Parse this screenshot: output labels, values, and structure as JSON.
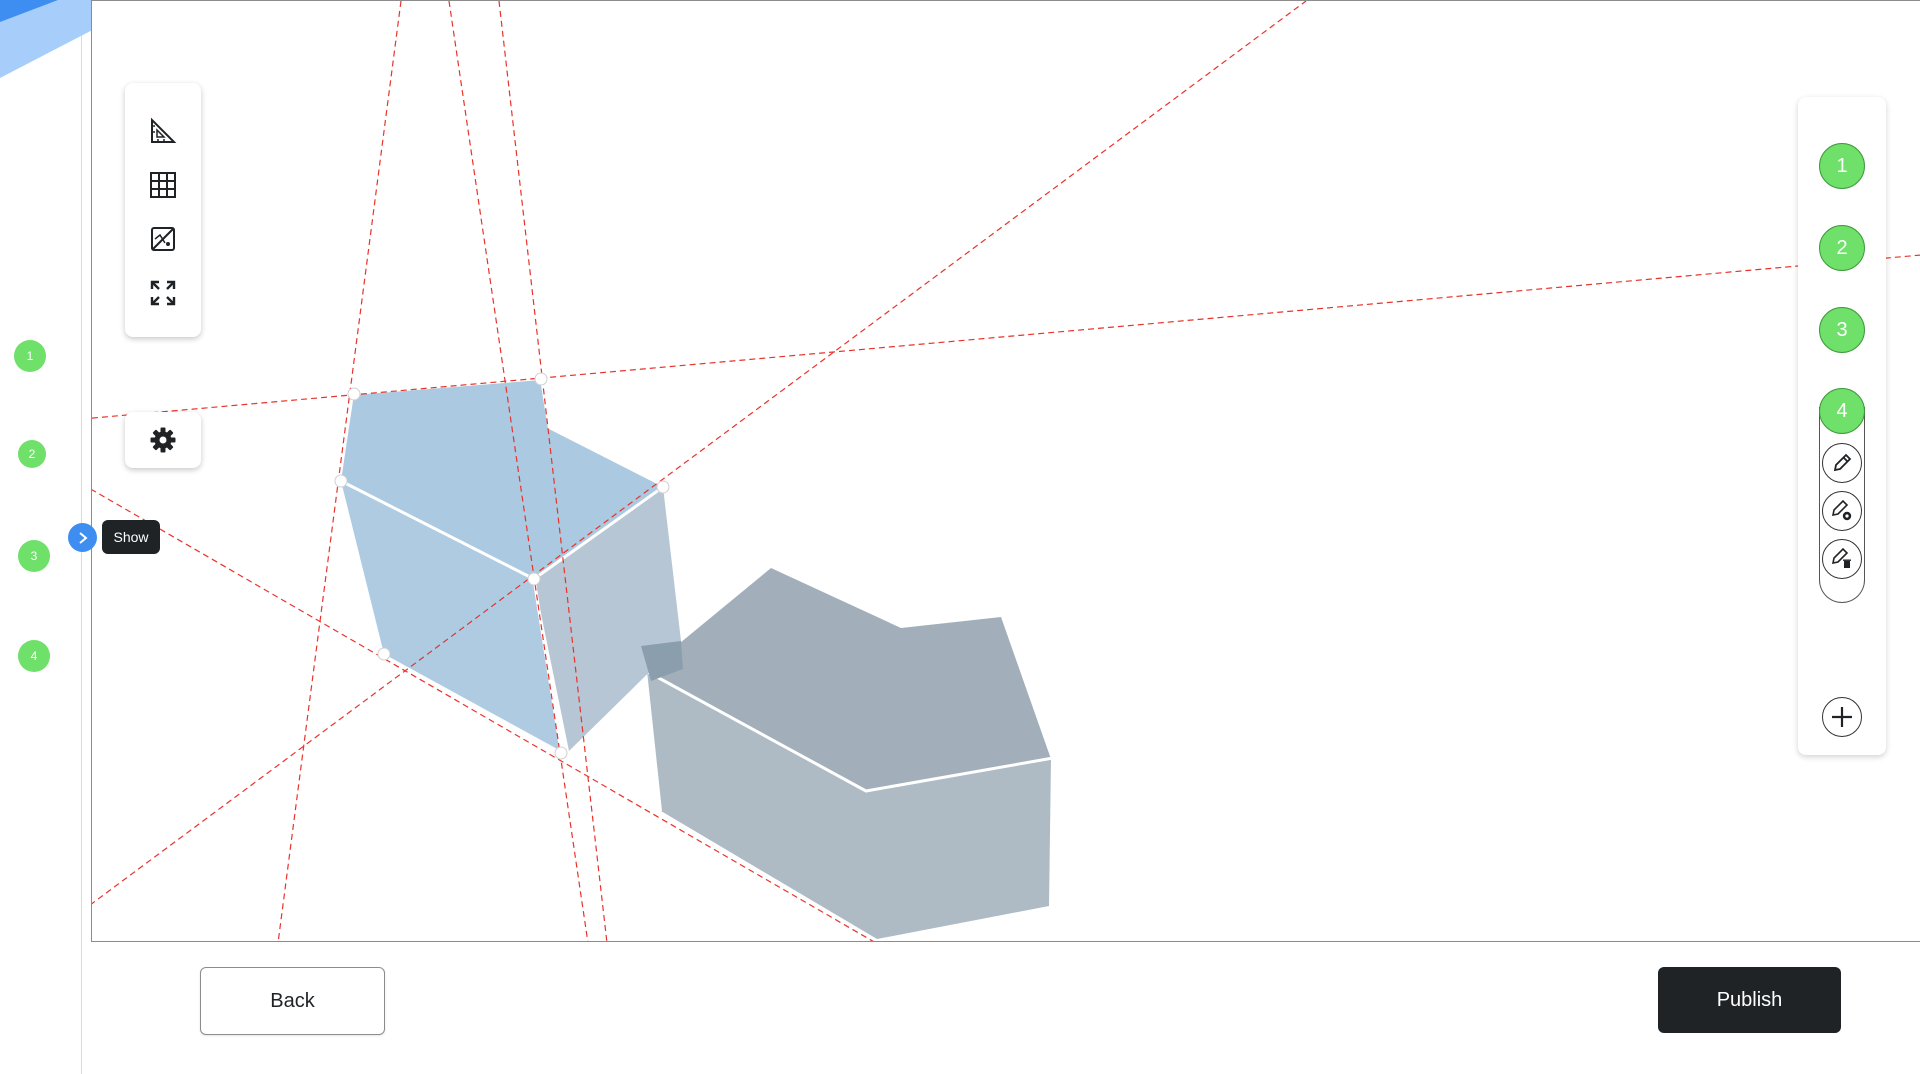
{
  "left_rail": {
    "steps": [
      "1",
      "2",
      "3",
      "4"
    ],
    "step_color": "#6fe06a"
  },
  "toolbar": {
    "tools": [
      {
        "name": "ruler-triangle-icon"
      },
      {
        "name": "grid-icon"
      },
      {
        "name": "image-compare-icon"
      },
      {
        "name": "expand-icon"
      }
    ],
    "settings_icon": "gear-icon"
  },
  "show_toggle": {
    "icon": "chevron-right-icon",
    "tooltip": "Show",
    "color": "#3d8ef0"
  },
  "steps_panel": {
    "steps": [
      "1",
      "2",
      "3",
      "4"
    ],
    "actions": [
      "pencil-icon",
      "pencil-settings-icon",
      "pencil-delete-icon"
    ],
    "add_icon": "plus-icon"
  },
  "footer": {
    "back_label": "Back",
    "publish_label": "Publish"
  },
  "colors": {
    "guide_line": "#e8332b",
    "shape_blue": "#a9c7de",
    "shape_grey": "#9eacb7",
    "primary_dark": "#1f2326"
  }
}
